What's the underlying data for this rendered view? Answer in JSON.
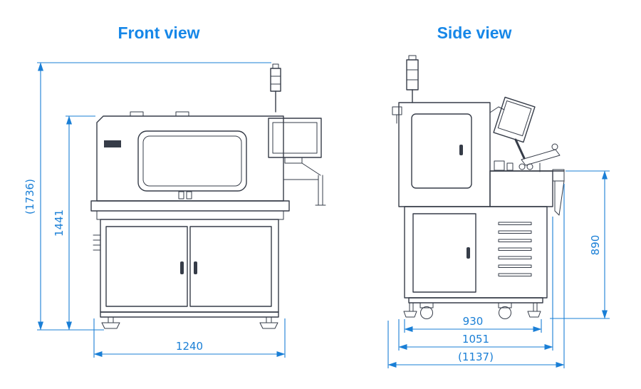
{
  "titles": {
    "front": "Front view",
    "side": "Side view"
  },
  "colors": {
    "title": "#1687e8",
    "dimension": "#1a7fd6",
    "outline": "#363c48"
  },
  "front_view": {
    "dimensions": {
      "overall_height": "(1736)",
      "body_height": "1441",
      "overall_width": "1240"
    }
  },
  "side_view": {
    "dimensions": {
      "table_height": "890",
      "cabinet_depth": "930",
      "base_depth": "1051",
      "overall_depth": "(1137)"
    }
  }
}
